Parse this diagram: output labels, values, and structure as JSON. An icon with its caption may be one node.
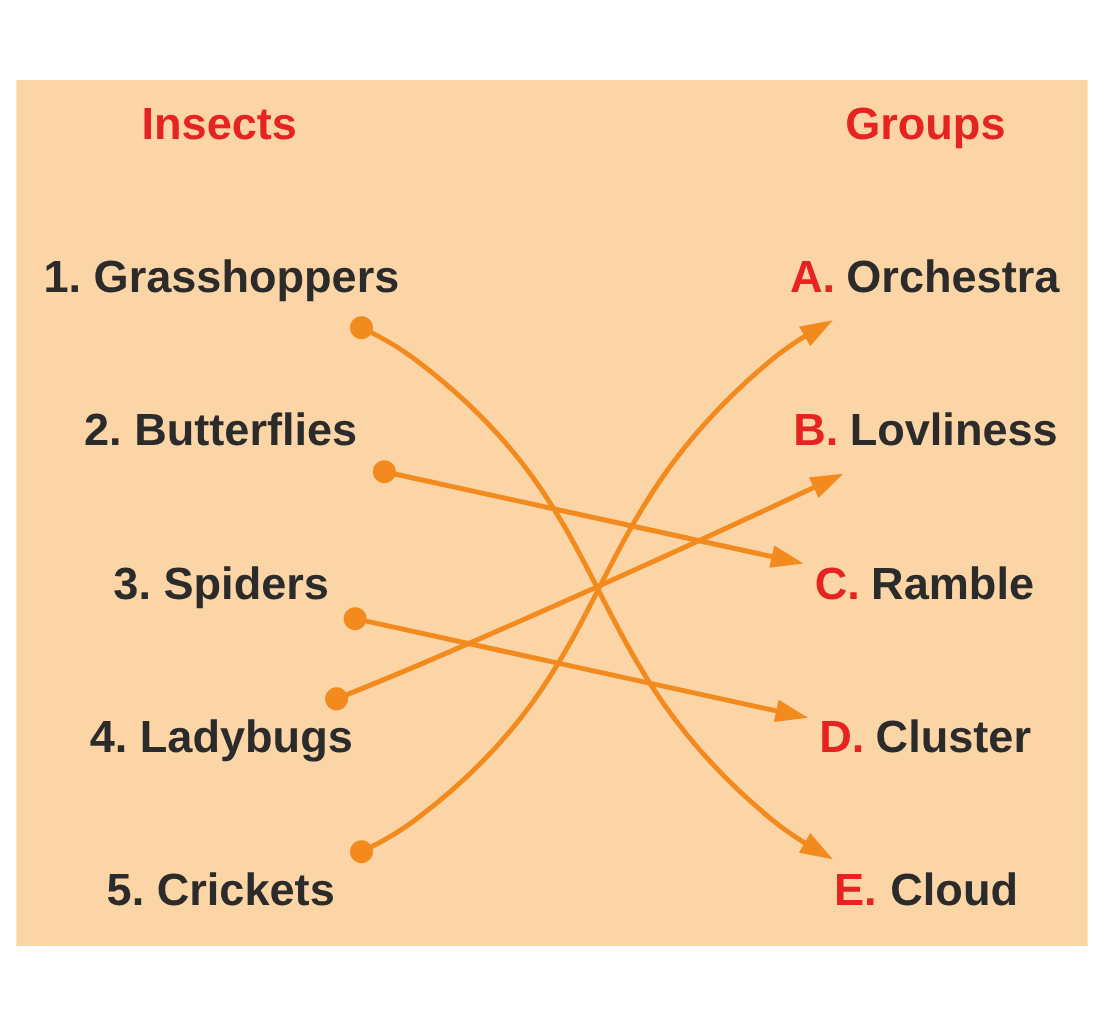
{
  "diagram": {
    "nodes": [
      {
        "text": [
          "1. Grasshoppers"
        ]
      },
      {
        "text": [
          "2. Butterflies"
        ]
      },
      {
        "text": [
          "3. Spiders"
        ]
      },
      {
        "text": [
          "4. Ladybugs"
        ]
      },
      {
        "text": [
          "5. Crickets"
        ]
      },
      {
        "text": [
          "A. Orchestra"
        ]
      },
      {
        "text": [
          "B. Lovliness"
        ]
      },
      {
        "text": [
          "C. Ramble"
        ]
      },
      {
        "text": [
          "D. Cluster"
        ]
      },
      {
        "text": [
          "E. Cloud"
        ]
      }
    ],
    "edges": [
      {
        "from": 0,
        "to": 9,
        "arrow": "to"
      },
      {
        "from": 1,
        "to": 7,
        "arrow": "to"
      },
      {
        "from": 2,
        "to": 8,
        "arrow": "to"
      },
      {
        "from": 3,
        "to": 6,
        "arrow": "to"
      },
      {
        "from": 4,
        "to": 5,
        "arrow": "to"
      }
    ],
    "labels": [
      "Insects",
      "Groups"
    ]
  }
}
